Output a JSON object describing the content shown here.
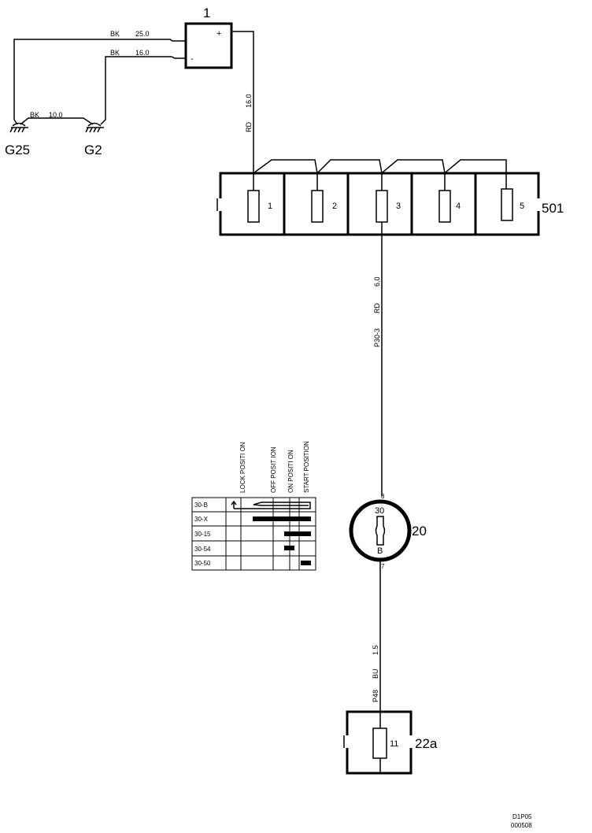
{
  "battery": {
    "id": "1",
    "plus": "+",
    "minus": "-"
  },
  "wires": {
    "bat_g25": {
      "color": "BK",
      "size": "25.0"
    },
    "bat_g2": {
      "color": "BK",
      "size": "16.0"
    },
    "g25_g2": {
      "color": "BK",
      "size": "10.0"
    },
    "bat_fuse": {
      "color": "RD",
      "size": "16.0"
    },
    "fuse_switch": {
      "circuit": "P30-3",
      "color": "RD",
      "size": "6.0"
    },
    "switch_22a": {
      "circuit": "P48",
      "color": "BU",
      "size": "1.5"
    }
  },
  "grounds": {
    "g25": "G25",
    "g2": "G2"
  },
  "fuse_box": {
    "id": "501",
    "fuses": [
      "1",
      "2",
      "3",
      "4",
      "5"
    ]
  },
  "ignition_switch": {
    "id": "20",
    "terminal_top": "30",
    "terminal_bottom": "B",
    "pin_in": "8",
    "pin_out": "7"
  },
  "relay_box": {
    "id": "22a",
    "fuse": "11"
  },
  "switch_table": {
    "positions": [
      "LOCK POSITI ON",
      "OFF POSIT ION",
      "ON POSITI ON",
      "START POSITION"
    ],
    "rows": [
      "30-B",
      "30-X",
      "30-15",
      "30-54",
      "30-50"
    ]
  },
  "footer": {
    "line1": "D1P05",
    "line2": "000508"
  }
}
